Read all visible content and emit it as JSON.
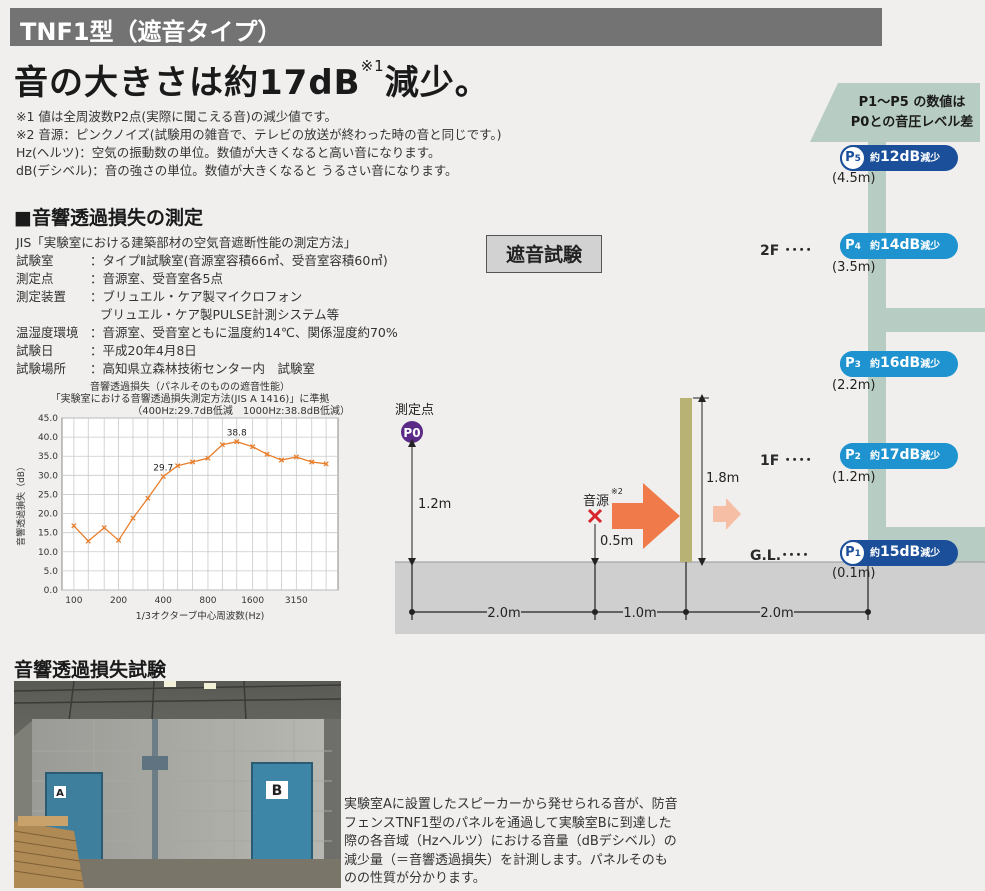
{
  "header": {
    "title": "TNF1型（遮音タイプ）"
  },
  "headline": {
    "text": "音の大きさは約17dB",
    "sup": "※1",
    "suffix": "減少。"
  },
  "notes": [
    "※1 値は全周波数P2点(実際に聞こえる音)の減少値です。",
    "※2 音源：ピンクノイズ(試験用の雑音で、テレビの放送が終わった時の音と同じです。)",
    "Hz(ヘルツ)：空気の振動数の単位。数値が大きくなると高い音になります。",
    "dB(デシベル)：音の強さの単位。数値が大きくなると うるさい音になります。"
  ],
  "measurement": {
    "heading": "■音響透過損失の測定",
    "standard": "JIS「実験室における建築部材の空気音遮断性能の測定方法」",
    "rows": [
      {
        "key": "試験室",
        "value": "：タイプⅡ試験室(音源室容積66㎥、受音室容積60㎥)"
      },
      {
        "key": "測定点",
        "value": "：音源室、受音室各5点"
      },
      {
        "key": "測定装置",
        "value": "：ブリュエル・ケア製マイクロフォン"
      },
      {
        "key": "",
        "value": "ブリュエル・ケア製PULSE計測システム等"
      },
      {
        "key": "温湿度環境",
        "value": "：音源室、受音室ともに温度約14℃、関係湿度約70%"
      },
      {
        "key": "試験日",
        "value": "：平成20年4月8日"
      },
      {
        "key": "試験場所",
        "value": "：高知県立森林技術センター内　試験室"
      }
    ]
  },
  "chart_data": {
    "type": "line",
    "title": "音響透過損失（パネルそのものの遮音性能）",
    "subtitle": "「実験室における音響透過損失測定方法(JIS A 1416)」に準拠",
    "note": "（400Hz:29.7dB低減　1000Hz:38.8dB低減）",
    "xlabel": "1/3オクターブ中心周波数(Hz)",
    "ylabel": "音響透過損失（dB）",
    "ylim": [
      0,
      45
    ],
    "yticks": [
      "0.0",
      "5.0",
      "10.0",
      "15.0",
      "20.0",
      "25.0",
      "30.0",
      "35.0",
      "40.0",
      "45.0"
    ],
    "xtick_labels": [
      "100",
      "200",
      "400",
      "800",
      "1600",
      "3150"
    ],
    "x": [
      100,
      125,
      160,
      200,
      250,
      315,
      400,
      500,
      630,
      800,
      1000,
      1250,
      1600,
      2000,
      2500,
      3150,
      4000,
      5000
    ],
    "values": [
      16.8,
      12.8,
      16.3,
      13.0,
      18.8,
      24.0,
      29.7,
      32.5,
      33.5,
      34.5,
      38.0,
      38.8,
      37.5,
      35.5,
      34.0,
      34.8,
      33.5,
      33.0
    ],
    "annotations": [
      {
        "label": "29.7",
        "x": 400,
        "y": 29.7
      },
      {
        "label": "38.8",
        "x": 1250,
        "y": 38.8
      }
    ],
    "grid": true,
    "line_color": "#e87f2d"
  },
  "photo_section": {
    "heading": "音響透過損失試験",
    "room_a": "A",
    "room_b": "B"
  },
  "description": "実験室Aに設置したスピーカーから発せられる音が、防音フェンスTNF1型のパネルを通過して実験室Bに到達した際の各音域（Hzヘルツ）における音量（dBデシベル）の減少量（＝音響透過損失）を計測します。パネルそのものの性質が分かります。",
  "diagram": {
    "box_title": "遮音試験",
    "banner": [
      "P1～P5 の数値は",
      "P0との音圧レベル差"
    ],
    "measure_label": "測定点",
    "p0": "P0",
    "source_label": "音源",
    "source_sup": "※2",
    "dims": {
      "h_p0": "1.2m",
      "h_src": "0.5m",
      "h_wall": "1.8m",
      "d1": "2.0m",
      "d2": "1.0m",
      "d3": "2.0m"
    },
    "points": [
      {
        "id": "P5",
        "sub": "5",
        "prefix": "約",
        "value": "12dB",
        "suffix": "減少",
        "height": "(4.5m)",
        "floor": "",
        "style": "dark"
      },
      {
        "id": "P4",
        "sub": "4",
        "prefix": "約",
        "value": "14dB",
        "suffix": "減少",
        "height": "(3.5m)",
        "floor": "2F",
        "style": "light"
      },
      {
        "id": "P3",
        "sub": "3",
        "prefix": "約",
        "value": "16dB",
        "suffix": "減少",
        "height": "(2.2m)",
        "floor": "",
        "style": "light"
      },
      {
        "id": "P2",
        "sub": "2",
        "prefix": "約",
        "value": "17dB",
        "suffix": "減少",
        "height": "(1.2m)",
        "floor": "1F",
        "style": "light"
      },
      {
        "id": "P1",
        "sub": "1",
        "prefix": "約",
        "value": "15dB",
        "suffix": "減少",
        "height": "(0.1m)",
        "floor": "G.L.",
        "style": "dark"
      }
    ]
  }
}
